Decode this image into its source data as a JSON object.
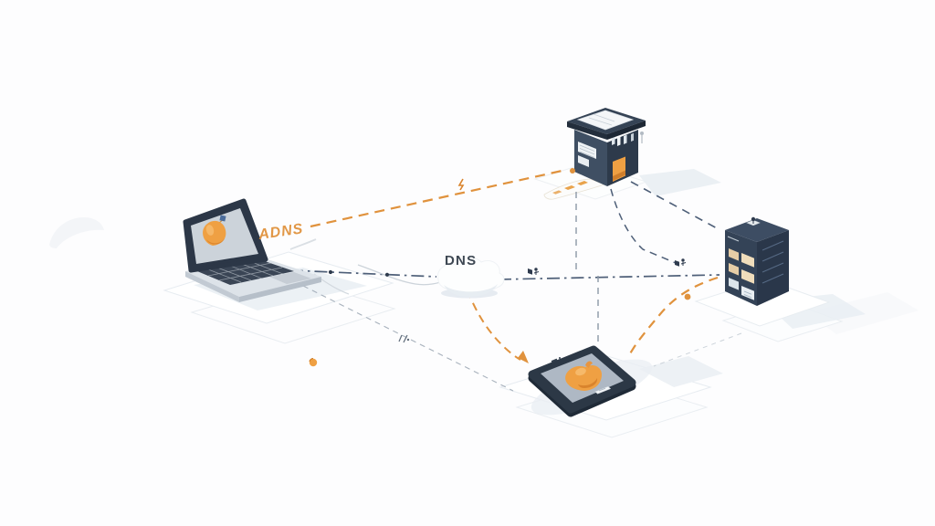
{
  "scene": {
    "background": "#fdfdfe",
    "description": "Isometric illustration of DNS resolution: a laptop, a registry building, a server rack and a smartphone linked by dashed orange and blue routes through a DNS cloud"
  },
  "labels": {
    "dns": "DNS",
    "scribble": "ADNS"
  },
  "colors": {
    "orange_line": "#e0923d",
    "orange_fill": "#efa043",
    "orange_dark": "#d9832c",
    "blue_line": "#4e5f78",
    "grey_dash": "#8b97a5",
    "grey_thin": "#a7b1bc",
    "navy_dark": "#2c3747",
    "navy_mid": "#344357",
    "text_dark": "#3e4853"
  },
  "icons": {
    "laptop": "laptop-client",
    "building": "registry-building",
    "server": "server-rack",
    "phone": "smartphone",
    "cloud": "dns-cloud"
  }
}
